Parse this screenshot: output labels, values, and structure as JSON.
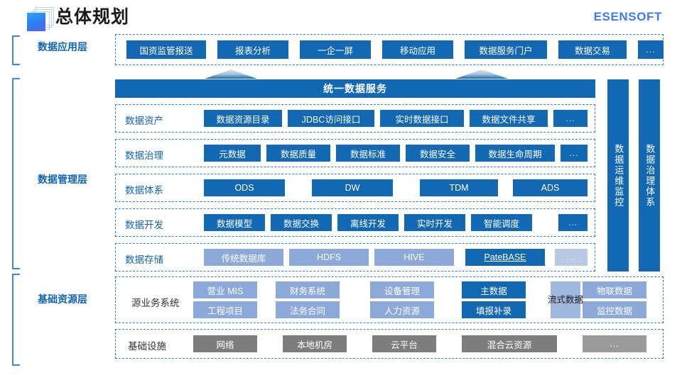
{
  "header": {
    "title": "总体规划",
    "brand": "ESENSOFT",
    "logo_icon": "layered-squares-logo-icon"
  },
  "layers": [
    {
      "id": "application",
      "label": "数据应用层"
    },
    {
      "id": "management",
      "label": "数据管理层"
    },
    {
      "id": "foundation",
      "label": "基础资源层"
    }
  ],
  "application_layer": {
    "items": [
      "国资监管报送",
      "报表分析",
      "一企一屏",
      "移动应用",
      "数据服务门户",
      "数据交易",
      "..."
    ]
  },
  "arrows": {
    "left_arrow_icon": "up-arrow-icon",
    "right_arrow_icon": "up-arrow-icon"
  },
  "service_bar": {
    "label": "统一数据服务"
  },
  "management_layer": {
    "rows": [
      {
        "label": "数据资产",
        "items": [
          "数据资源目录",
          "JDBC访问接口",
          "实时数据接口",
          "数据文件共享",
          "..."
        ]
      },
      {
        "label": "数据治理",
        "items": [
          "元数据",
          "数据质量",
          "数据标准",
          "数据安全",
          "数据生命周期",
          "..."
        ]
      },
      {
        "label": "数据体系",
        "items": [
          "ODS",
          "DW",
          "TDM",
          "ADS"
        ]
      },
      {
        "label": "数据开发",
        "items": [
          "数据模型",
          "数据交换",
          "离线开发",
          "实时开发",
          "智能调度",
          "..."
        ]
      },
      {
        "label": "数据存储",
        "items": [
          "传统数据库",
          "HDFS",
          "HIVE",
          "PateBASE",
          "..."
        ]
      }
    ]
  },
  "side_bars": [
    {
      "label": "数据运维监控"
    },
    {
      "label": "数据治理体系"
    }
  ],
  "foundation_layer": {
    "source_systems": {
      "label": "源业务系统",
      "columns": [
        {
          "top": "营业 MIS",
          "bottom": "工程项目"
        },
        {
          "top": "财务系统",
          "bottom": "法务合同"
        },
        {
          "top": "设备管理",
          "bottom": "人力资源"
        },
        {
          "top": "主数据",
          "bottom": "填报补录"
        }
      ],
      "stream": "流式数据",
      "iot": {
        "top": "物联数据",
        "bottom": "监控数据"
      }
    },
    "infrastructure": {
      "label": "基础设施",
      "items": [
        "网络",
        "本地机房",
        "云平台",
        "混合云资源",
        "..."
      ]
    }
  },
  "colors": {
    "primary_blue": "#1268b3",
    "brand_blue": "#3d7df0",
    "label_blue": "#1464b4",
    "soft_blue": "#8ca9da",
    "gray": "#7d7d7d",
    "dash_border": "#2f7fd0"
  }
}
